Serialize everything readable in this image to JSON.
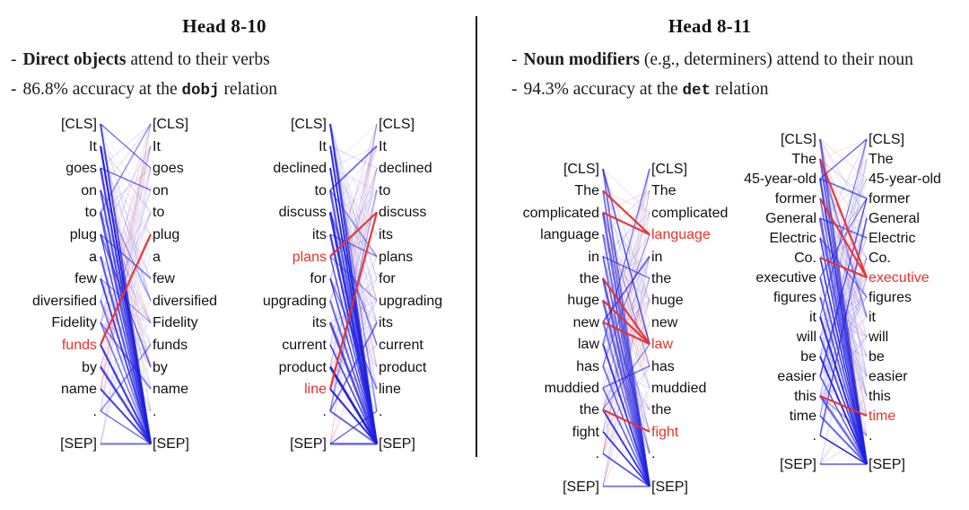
{
  "panels": [
    {
      "id": "left",
      "title": "Head 8-10",
      "bullets": [
        {
          "dash": "-",
          "bold": "Direct objects",
          "rest": " attend to their verbs"
        },
        {
          "dash": "-",
          "pre": "86.8% accuracy at the ",
          "mono": "dobj",
          "post": " relation"
        }
      ]
    },
    {
      "id": "right",
      "title": "Head 8-11",
      "bullets": [
        {
          "dash": "-",
          "bold": "Noun modifiers",
          "rest": " (e.g., determiners) attend to their noun"
        },
        {
          "dash": "-",
          "pre": "94.3% accuracy at the ",
          "mono": "det",
          "post": " relation"
        }
      ]
    }
  ],
  "colors": {
    "attention_strong": "#1f1fe0",
    "attention_red": "#e8322c",
    "token_text": "#111111",
    "token_highlight": "#e8322c",
    "divider": "#1a1a1a"
  },
  "diagrams": [
    {
      "name": "diagram-1-fidelity-funds",
      "tokens_left": [
        "[CLS]",
        "It",
        "goes",
        "on",
        "to",
        "plug",
        "a",
        "few",
        "diversified",
        "Fidelity",
        "funds",
        "by",
        "name",
        ".",
        "[SEP]"
      ],
      "tokens_right": [
        "[CLS]",
        "It",
        "goes",
        "on",
        "to",
        "plug",
        "a",
        "few",
        "diversified",
        "Fidelity",
        "funds",
        "by",
        "name",
        ".",
        "[SEP]"
      ],
      "highlight_left": [
        "funds"
      ],
      "highlight_right": [],
      "relation_edges": [
        {
          "from": 10,
          "to": 5,
          "color": "red"
        }
      ],
      "sink_index": 14
    },
    {
      "name": "diagram-2-product-line",
      "tokens_left": [
        "[CLS]",
        "It",
        "declined",
        "to",
        "discuss",
        "its",
        "plans",
        "for",
        "upgrading",
        "its",
        "current",
        "product",
        "line",
        ".",
        "[SEP]"
      ],
      "tokens_right": [
        "[CLS]",
        "It",
        "declined",
        "to",
        "discuss",
        "its",
        "plans",
        "for",
        "upgrading",
        "its",
        "current",
        "product",
        "line",
        ".",
        "[SEP]"
      ],
      "highlight_left": [
        "plans",
        "line"
      ],
      "highlight_right": [],
      "relation_edges": [
        {
          "from": 6,
          "to": 4,
          "color": "red"
        },
        {
          "from": 12,
          "to": 4,
          "color": "red"
        }
      ],
      "sink_index": 14
    },
    {
      "name": "diagram-3-complicated-language",
      "tokens_left": [
        "[CLS]",
        "The",
        "complicated",
        "language",
        "in",
        "the",
        "huge",
        "new",
        "law",
        "has",
        "muddied",
        "the",
        "fight",
        ".",
        "[SEP]"
      ],
      "tokens_right": [
        "[CLS]",
        "The",
        "complicated",
        "language",
        "in",
        "the",
        "huge",
        "new",
        "law",
        "has",
        "muddied",
        "the",
        "fight",
        ".",
        "[SEP]"
      ],
      "highlight_left": [],
      "highlight_right": [
        "language",
        "law",
        "fight"
      ],
      "relation_edges": [
        {
          "from": 1,
          "to": 3,
          "color": "red"
        },
        {
          "from": 2,
          "to": 3,
          "color": "red"
        },
        {
          "from": 5,
          "to": 8,
          "color": "red"
        },
        {
          "from": 6,
          "to": 8,
          "color": "red"
        },
        {
          "from": 7,
          "to": 8,
          "color": "red"
        },
        {
          "from": 11,
          "to": 12,
          "color": "red"
        }
      ],
      "sink_index": 14
    },
    {
      "name": "diagram-4-ge-executive",
      "tokens_left": [
        "[CLS]",
        "The",
        "45-year-old",
        "former",
        "General",
        "Electric",
        "Co.",
        "executive",
        "figures",
        "it",
        "will",
        "be",
        "easier",
        "this",
        "time",
        ".",
        "[SEP]"
      ],
      "tokens_right": [
        "[CLS]",
        "The",
        "45-year-old",
        "former",
        "General",
        "Electric",
        "Co.",
        "executive",
        "figures",
        "it",
        "will",
        "be",
        "easier",
        "this",
        "time",
        ".",
        "[SEP]"
      ],
      "highlight_left": [],
      "highlight_right": [
        "executive",
        "time"
      ],
      "relation_edges": [
        {
          "from": 1,
          "to": 7,
          "color": "red"
        },
        {
          "from": 3,
          "to": 7,
          "color": "red"
        },
        {
          "from": 6,
          "to": 7,
          "color": "red"
        },
        {
          "from": 13,
          "to": 14,
          "color": "red"
        }
      ],
      "sink_index": 16
    }
  ]
}
